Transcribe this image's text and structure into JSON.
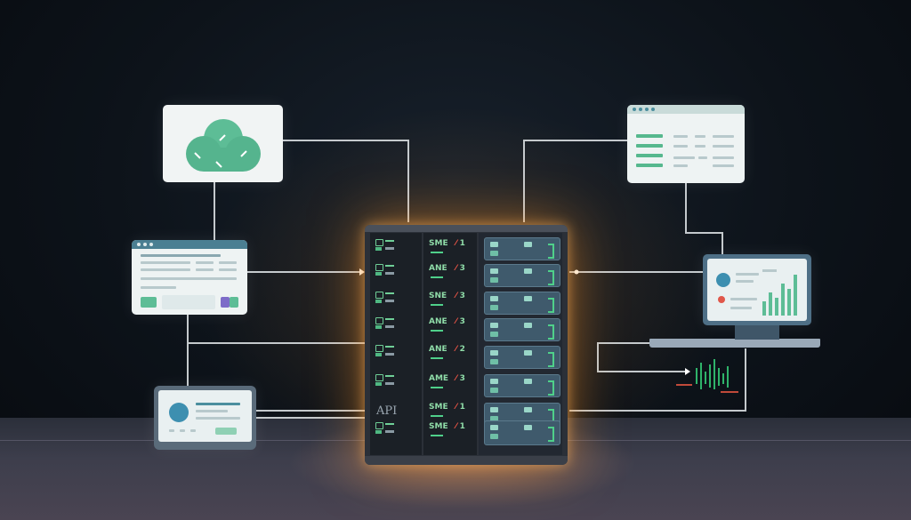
{
  "server": {
    "column_labels": [
      "SME",
      "ANE",
      "SNE",
      "ANE",
      "ANE",
      "AME",
      "SME",
      "SME"
    ],
    "right_marks": [
      "1",
      "3",
      "3",
      "3",
      "2",
      "3",
      "1",
      "1"
    ],
    "api_label": "API"
  },
  "colors": {
    "accent_green": "#56b88e",
    "server_glow": "#ff9628",
    "wire": "#d8dde0",
    "background": "#0b1016"
  },
  "icons": [
    "cloud-check-icon",
    "bar-chart-icon",
    "waveform-icon",
    "avatar-icon"
  ]
}
